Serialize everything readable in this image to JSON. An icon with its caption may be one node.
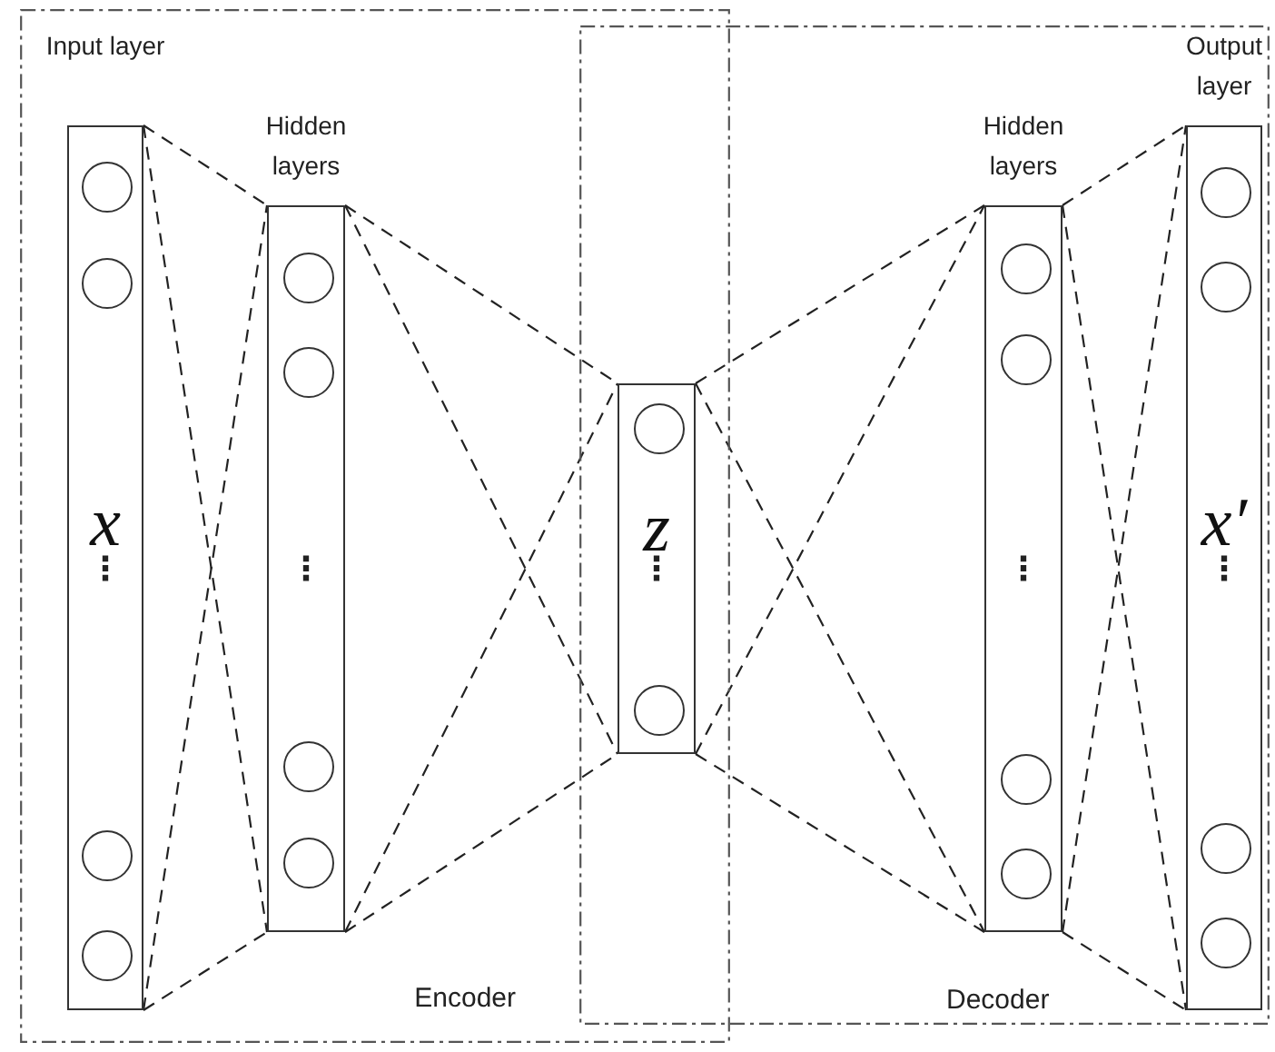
{
  "diagram": {
    "nodes": [
      {
        "text": [
          "Encoder"
        ]
      },
      {
        "text": [
          "Decoder"
        ]
      },
      {
        "text": [
          "Input layer",
          "x",
          "⋮"
        ],
        "in": 0
      },
      {
        "text": [],
        "shape": "circle",
        "in": 2
      },
      {
        "text": [],
        "shape": "circle",
        "in": 2
      },
      {
        "text": [],
        "shape": "circle",
        "in": 2
      },
      {
        "text": [],
        "shape": "circle",
        "in": 2
      },
      {
        "text": [
          "Hidden layers",
          "⋮"
        ],
        "in": 0
      },
      {
        "text": [],
        "shape": "circle",
        "in": 7
      },
      {
        "text": [],
        "shape": "circle",
        "in": 7
      },
      {
        "text": [],
        "shape": "circle",
        "in": 7
      },
      {
        "text": [],
        "shape": "circle",
        "in": 7
      },
      {
        "text": [
          "z",
          "⋮"
        ]
      },
      {
        "text": [],
        "shape": "circle",
        "in": 12
      },
      {
        "text": [],
        "shape": "circle",
        "in": 12
      },
      {
        "text": [
          "Hidden layers",
          "⋮"
        ],
        "in": 1
      },
      {
        "text": [],
        "shape": "circle",
        "in": 15
      },
      {
        "text": [],
        "shape": "circle",
        "in": 15
      },
      {
        "text": [],
        "shape": "circle",
        "in": 15
      },
      {
        "text": [],
        "shape": "circle",
        "in": 15
      },
      {
        "text": [
          "Output layer",
          "x′",
          "⋮"
        ],
        "in": 1
      },
      {
        "text": [],
        "shape": "circle",
        "in": 20
      },
      {
        "text": [],
        "shape": "circle",
        "in": 20
      },
      {
        "text": [],
        "shape": "circle",
        "in": 20
      },
      {
        "text": [],
        "shape": "circle",
        "in": 20
      }
    ],
    "edges": [
      {
        "from": 2,
        "to": 7,
        "arrow": "none",
        "style": "dashed"
      },
      {
        "from": 2,
        "to": 7,
        "arrow": "none",
        "style": "dashed"
      },
      {
        "from": 2,
        "to": 7,
        "arrow": "none",
        "style": "dashed"
      },
      {
        "from": 2,
        "to": 7,
        "arrow": "none",
        "style": "dashed"
      },
      {
        "from": 7,
        "to": 12,
        "arrow": "none",
        "style": "dashed"
      },
      {
        "from": 7,
        "to": 12,
        "arrow": "none",
        "style": "dashed"
      },
      {
        "from": 7,
        "to": 12,
        "arrow": "none",
        "style": "dashed"
      },
      {
        "from": 7,
        "to": 12,
        "arrow": "none",
        "style": "dashed"
      },
      {
        "from": 12,
        "to": 15,
        "arrow": "none",
        "style": "dashed"
      },
      {
        "from": 12,
        "to": 15,
        "arrow": "none",
        "style": "dashed"
      },
      {
        "from": 12,
        "to": 15,
        "arrow": "none",
        "style": "dashed"
      },
      {
        "from": 12,
        "to": 15,
        "arrow": "none",
        "style": "dashed"
      },
      {
        "from": 15,
        "to": 20,
        "arrow": "none",
        "style": "dashed"
      },
      {
        "from": 15,
        "to": 20,
        "arrow": "none",
        "style": "dashed"
      },
      {
        "from": 15,
        "to": 20,
        "arrow": "none",
        "style": "dashed"
      },
      {
        "from": 15,
        "to": 20,
        "arrow": "none",
        "style": "dashed"
      }
    ]
  }
}
